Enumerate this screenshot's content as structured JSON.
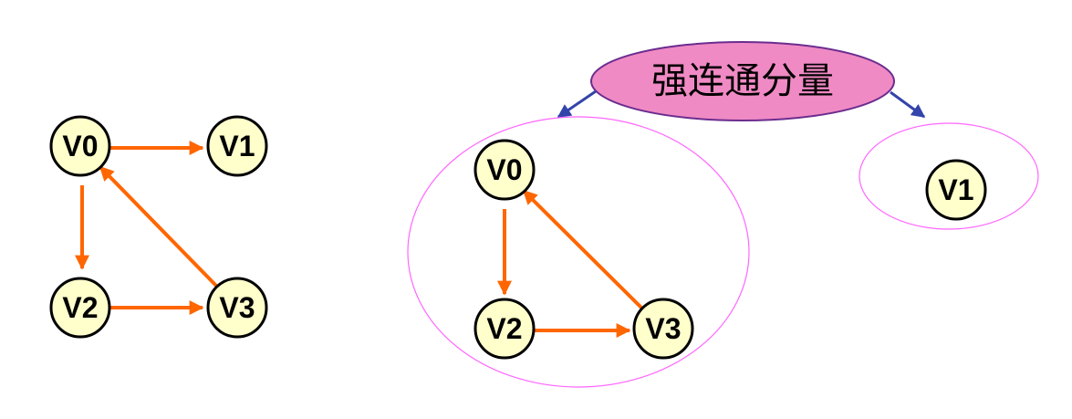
{
  "colors": {
    "node_fill": "#ffffcc",
    "edge": "#ff6600",
    "pointer": "#3344aa",
    "group_outline": "#ff66ff",
    "callout_fill": "#f08ac4"
  },
  "original_graph": {
    "nodes": [
      "V0",
      "V1",
      "V2",
      "V3"
    ],
    "edges": [
      [
        "V0",
        "V1"
      ],
      [
        "V0",
        "V2"
      ],
      [
        "V2",
        "V3"
      ],
      [
        "V3",
        "V0"
      ]
    ]
  },
  "callout": {
    "label": "强连通分量"
  },
  "components": [
    {
      "nodes": [
        "V0",
        "V2",
        "V3"
      ],
      "edges": [
        [
          "V0",
          "V2"
        ],
        [
          "V2",
          "V3"
        ],
        [
          "V3",
          "V0"
        ]
      ]
    },
    {
      "nodes": [
        "V1"
      ],
      "edges": []
    }
  ]
}
